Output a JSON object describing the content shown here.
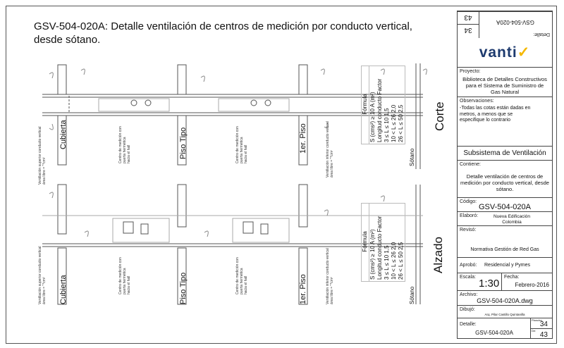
{
  "title": "GSV-504-020A:  Detalle ventilación de centros de medición por conducto vertical, desde sótano.",
  "levels": [
    "Cubierta",
    "Piso Tipo",
    "1er. Piso",
    "Sótano"
  ],
  "views": {
    "top": "Corte",
    "bottom": "Alzado"
  },
  "notes": {
    "vent_sup": "Ventilación superior conducto vertical",
    "vent_sup2": "área libre = \"*cm²",
    "vent_inf": "Ventilación inferior conducto vertical",
    "vent_inf2": "área libre = \"*cm²",
    "centro1": "Centro de medición con",
    "centro2": "puerta hermética",
    "centro3": "hacia el hall"
  },
  "formula": {
    "header": "Fórmula",
    "line1": "S (cms²)  ≥  10 A (m²)",
    "line2": "Longitud conducto     Factor",
    "rows": [
      "3   ≤  L  ≤  10        1,5",
      "10  <  L  ≤  26        2,0",
      "26  <  L  ≤  50        2,5"
    ]
  },
  "title_block": {
    "detalle_label": "Detalle:",
    "detalle": "GSV-504-020A",
    "plancha_label": "Plancha:",
    "plancha": "34",
    "de_label": "De:",
    "de": "43",
    "logo": "vanti",
    "proyecto_label": "Proyecto:",
    "proyecto": "Biblioteca de Detalles Constructivos para el Sistema de Suministro de Gas Natural",
    "obs_label": "Observaciones:",
    "obs": "-Todas las cotas están dadas en metros, a menos que se especifique lo contrario",
    "subsistema": "Subsistema de Ventilación",
    "contiene_label": "Contiene:",
    "contiene": "Detalle ventilación de centros de medición por conducto vertical, desde sótano.",
    "codigo_label": "Código:",
    "codigo": "GSV-504-020A",
    "elaboro_label": "Elaboró:",
    "elaboro": "Nueva Edificación Colombia",
    "reviso_label": "Revisó:",
    "reviso": "Normativa Gestión de Red Gas",
    "aprobo_label": "Aprobó:",
    "aprobo": "Residencial y Pymes",
    "escala_label": "Escala:",
    "escala": "1:30",
    "fecha_label": "Fecha:",
    "fecha": "Febrero-2016",
    "archivo_label": "Archivo:",
    "archivo": "GSV-504-020A.dwg",
    "dibujo_label": "Dibujó:",
    "dibujo": "Arq. Pilar Castillo Quintanilla"
  },
  "colors": {
    "accent": "#f5b800",
    "logo": "#1d3a6e"
  }
}
